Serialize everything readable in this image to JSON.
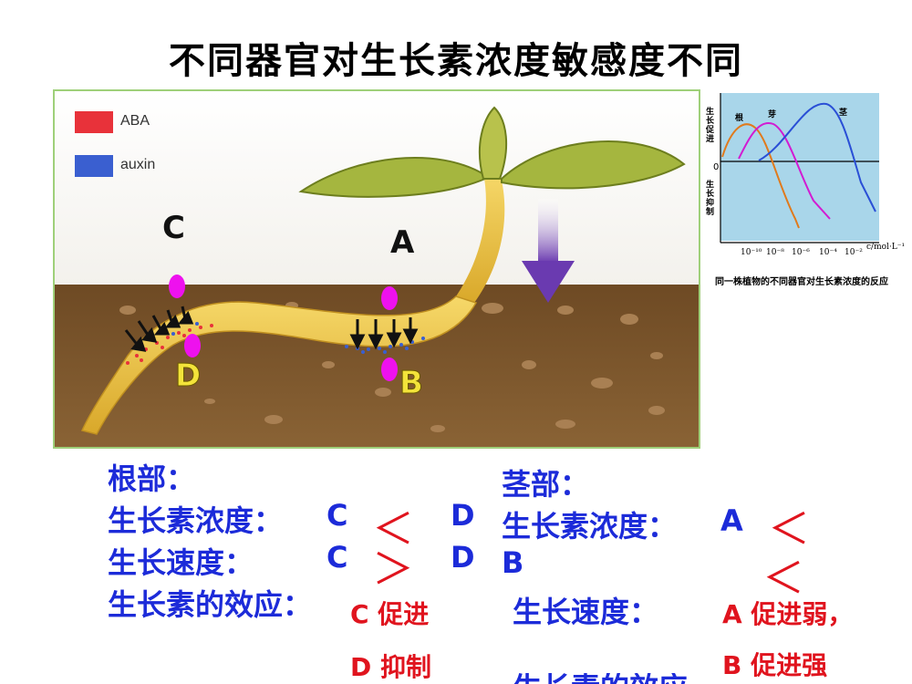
{
  "title": "不同器官对生长素浓度敏感度不同",
  "figure": {
    "legend": [
      {
        "label": "ABA",
        "color": "#e8323a"
      },
      {
        "label": "auxin",
        "color": "#3a5fd0"
      }
    ],
    "points": {
      "A": "A",
      "B": "B",
      "C": "C",
      "D": "D"
    },
    "marker_color": "#ee11ee",
    "stem_color": "#f0c93a",
    "soil_color": "#7a5328",
    "arrow_color": "#6a3ab0"
  },
  "graph": {
    "y_upper_label": "生长促进",
    "y_lower_label": "生长抑制",
    "zero_label": "0",
    "curve_labels": [
      "根",
      "芽",
      "茎"
    ],
    "ticks": [
      "10⁻¹⁰",
      "10⁻⁸",
      "10⁻⁶",
      "10⁻⁴",
      "10⁻²"
    ],
    "x_unit": "c/mol·L⁻¹",
    "caption": "同一株植物的不同器官对生长素浓度的反应"
  },
  "root": {
    "heading": "根部：",
    "conc_label": "生长素浓度：",
    "conc_left": "C",
    "conc_sign": "＜",
    "conc_right": "D",
    "speed_label": "生长速度：",
    "speed_left": "C",
    "speed_sign": "＞",
    "speed_right": "D",
    "effect_label": "生长素的效应：",
    "effect_c": "C 促进",
    "effect_d": "D 抑制"
  },
  "stem": {
    "heading": "茎部：",
    "conc_label": "生长素浓度：",
    "conc_left": "A",
    "conc_sign": "＜",
    "conc_right": "B",
    "speed_sign": "＜",
    "speed_label": "生长速度：",
    "effect_a": "A 促进弱，",
    "effect_b": "B 促进强",
    "overflow_line": "生长素的效应"
  }
}
